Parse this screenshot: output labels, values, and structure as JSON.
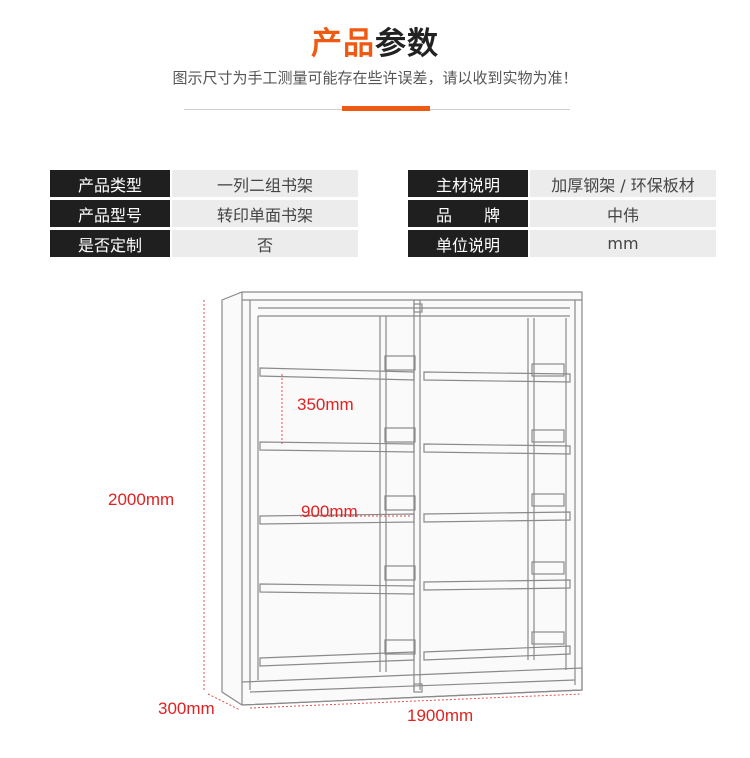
{
  "header": {
    "title_accent": "产品",
    "title_rest": "参数",
    "subtitle": "图示尺寸为手工测量可能存在些许误差，请以收到实物为准！"
  },
  "colors": {
    "accent": "#ee5a12",
    "label_bg": "#1f1f1f",
    "value_bg": "#ececec",
    "dimension": "#e02222"
  },
  "specs_left": [
    {
      "label": "产品类型",
      "value": "一列二组书架"
    },
    {
      "label": "产品型号",
      "value": "转印单面书架"
    },
    {
      "label": "是否定制",
      "value": "否"
    }
  ],
  "specs_right": [
    {
      "label": "主材说明",
      "value": "加厚钢架 / 环保板材"
    },
    {
      "label": "品　　牌",
      "value": "中伟"
    },
    {
      "label": "单位说明",
      "value": "mm"
    }
  ],
  "dimensions": {
    "shelf_gap": "350mm",
    "width_single": "900mm",
    "height": "2000mm",
    "depth": "300mm",
    "width_total": "1900mm"
  }
}
